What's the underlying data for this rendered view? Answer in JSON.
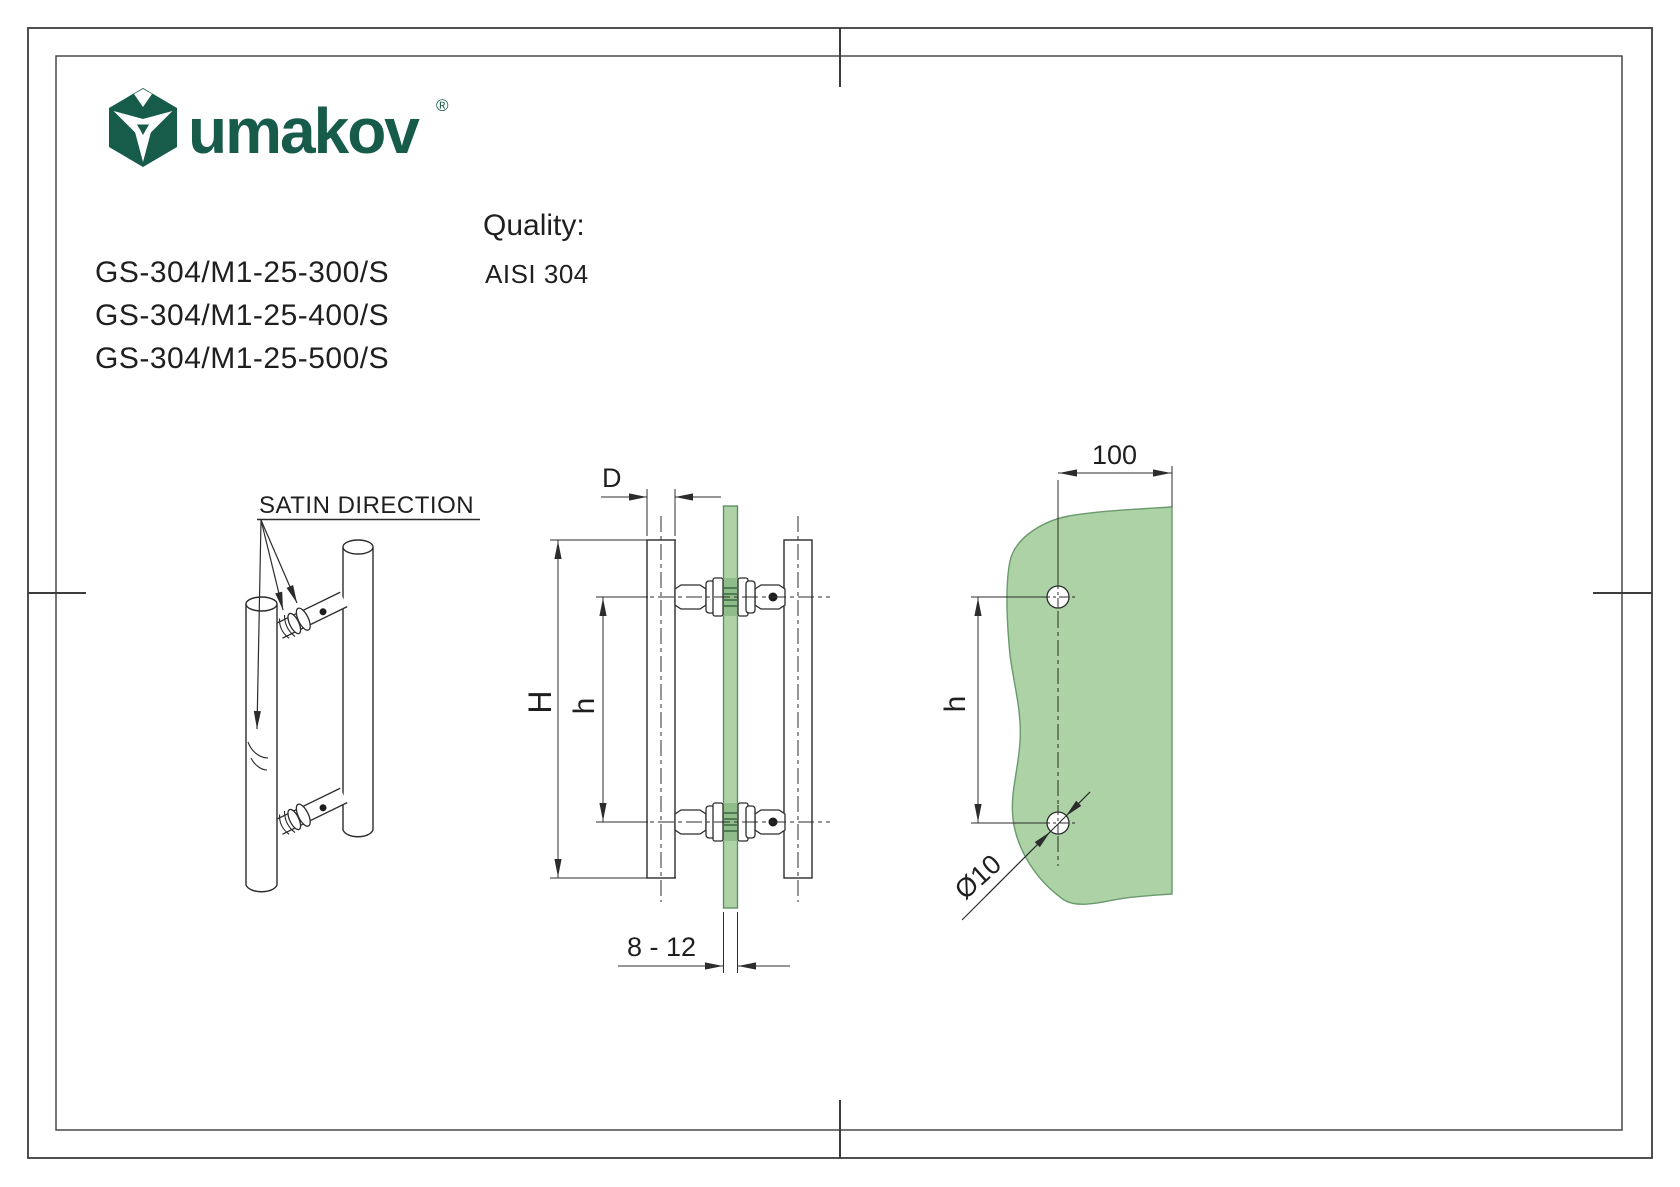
{
  "brand": {
    "logo_text": "umakov",
    "registered_mark": "®"
  },
  "product_codes": [
    "GS-304/M1-25-300/S",
    "GS-304/M1-25-400/S",
    "GS-304/M1-25-500/S"
  ],
  "quality": {
    "label": "Quality:",
    "value": "AISI 304"
  },
  "annotations": {
    "satin_direction": "SATIN DIRECTION"
  },
  "dimensions": {
    "tube_diameter_label": "D",
    "total_height_label": "H",
    "hole_spacing_label": "h",
    "glass_thickness_range": "8 - 12",
    "hole_edge_distance": "100",
    "hole_diameter": "Ø10"
  },
  "colors": {
    "brand_green": "#175B4B",
    "glass_green": "#ACD2A6",
    "glass_shade": "#8FBD8A",
    "glass_edge": "#5C8A5F",
    "line": "#2C2C2C"
  }
}
